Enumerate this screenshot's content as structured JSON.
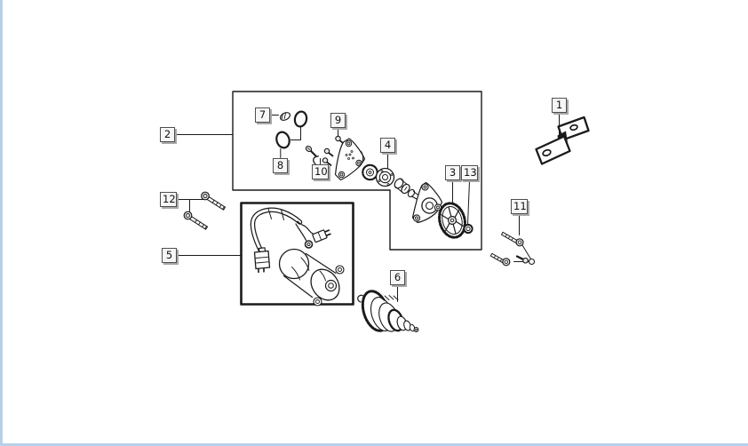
{
  "colors": {
    "background": "#ffffff",
    "edge_strip": "#b7d0ea",
    "line": "#1a1a1a",
    "callout_face": "#f6f6f6",
    "callout_border": "#4d4d4d",
    "callout_shadow": "#a8a8a8"
  },
  "diagram": {
    "callouts": [
      {
        "num": "1",
        "part": "mount-plates"
      },
      {
        "num": "2",
        "part": "upper-assembly-group"
      },
      {
        "num": "3",
        "part": "sprocket"
      },
      {
        "num": "4",
        "part": "bearing"
      },
      {
        "num": "5",
        "part": "starter-motor-with-cable"
      },
      {
        "num": "6",
        "part": "reduction-gear"
      },
      {
        "num": "7",
        "part": "clip"
      },
      {
        "num": "8",
        "part": "o-ring"
      },
      {
        "num": "9",
        "part": "screw"
      },
      {
        "num": "10",
        "part": "hook-spring"
      },
      {
        "num": "11",
        "part": "bolt-set"
      },
      {
        "num": "12",
        "part": "flange-bolts"
      },
      {
        "num": "13",
        "part": "nut"
      }
    ]
  }
}
